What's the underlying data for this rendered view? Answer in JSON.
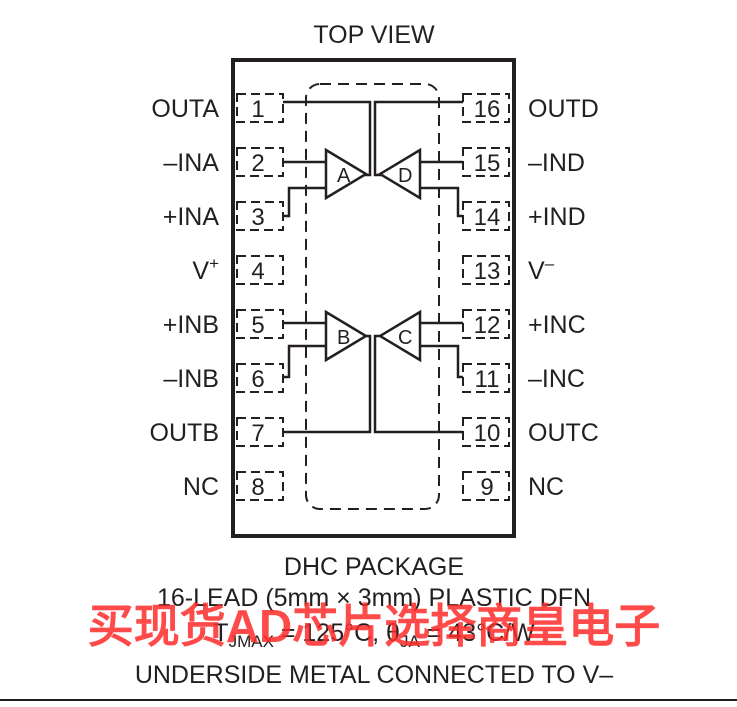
{
  "title": "TOP VIEW",
  "pins_left": [
    {
      "num": "1",
      "label": "OUTA"
    },
    {
      "num": "2",
      "label": "–INA"
    },
    {
      "num": "3",
      "label": "+INA"
    },
    {
      "num": "4",
      "label": "V"
    },
    {
      "num": "5",
      "label": "+INB"
    },
    {
      "num": "6",
      "label": "–INB"
    },
    {
      "num": "7",
      "label": "OUTB"
    },
    {
      "num": "8",
      "label": "NC"
    }
  ],
  "pins_right": [
    {
      "num": "16",
      "label": "OUTD"
    },
    {
      "num": "15",
      "label": "–IND"
    },
    {
      "num": "14",
      "label": "+IND"
    },
    {
      "num": "13",
      "label": "V"
    },
    {
      "num": "12",
      "label": "+INC"
    },
    {
      "num": "11",
      "label": "–INC"
    },
    {
      "num": "10",
      "label": "OUTC"
    },
    {
      "num": "9",
      "label": "NC"
    }
  ],
  "v_plus_sup": "+",
  "v_minus_sup": "–",
  "amplifiers": [
    "A",
    "B",
    "C",
    "D"
  ],
  "package": {
    "line1": "DHC PACKAGE",
    "line2": "16-LEAD (5mm × 3mm) PLASTIC DFN",
    "tjmax_t": "T",
    "tjmax_sub": "JMAX",
    "tjmax_val": " = 125°C, θ",
    "theta_sub": "JA",
    "theta_val": " = 43°C/W",
    "line4": "UNDERSIDE METAL CONNECTED TO V–"
  },
  "watermark": "买现货AD芯片选择商皇电子"
}
